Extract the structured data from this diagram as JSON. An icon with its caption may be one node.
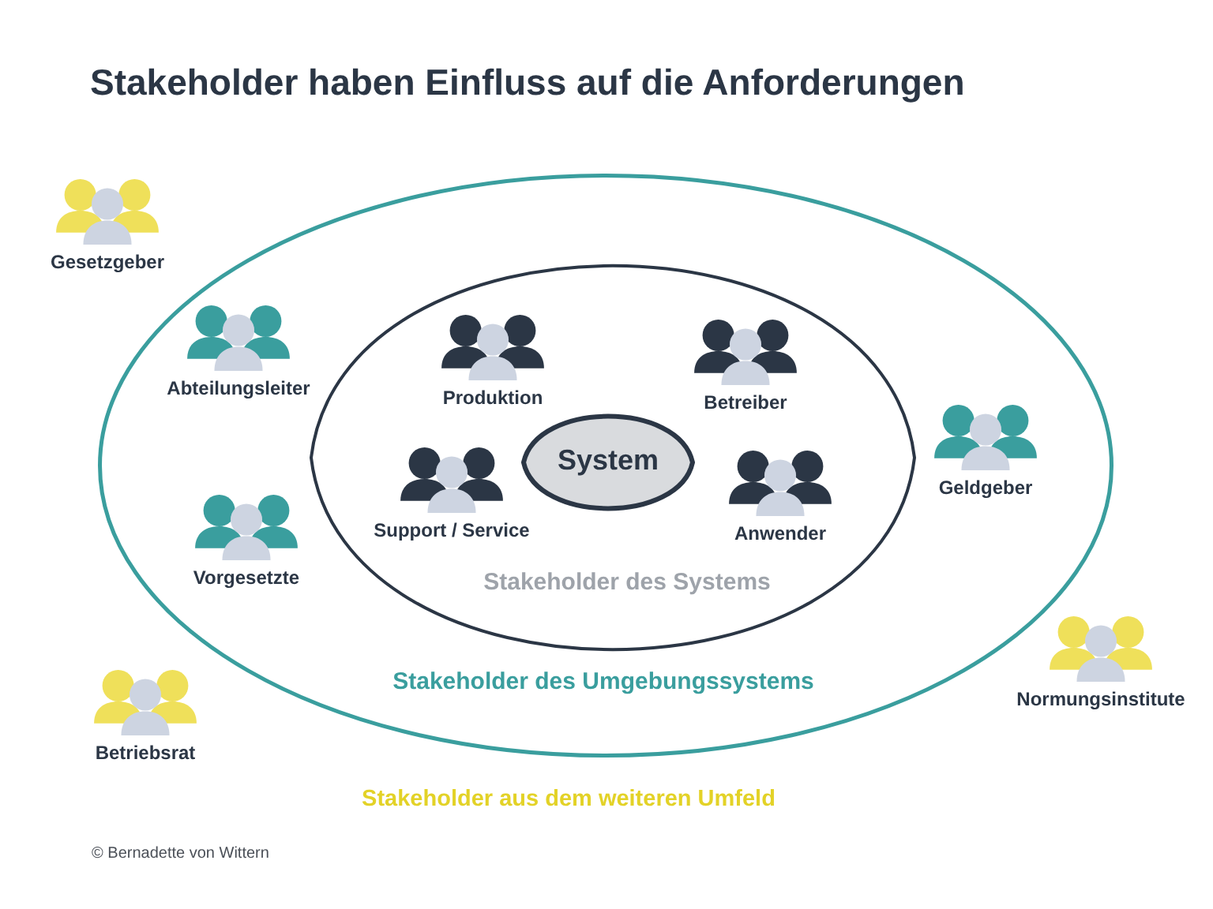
{
  "diagram": {
    "title": "Stakeholder haben Einfluss auf die Anforderungen",
    "nodes": [
      {
        "text": [
          "Stakeholder des Umgebungssystems"
        ]
      },
      {
        "text": [
          "Stakeholder des Systems"
        ],
        "in": 0
      },
      {
        "text": [
          "System"
        ],
        "in": 1
      },
      {
        "text": [
          "Produktion"
        ],
        "in": 1
      },
      {
        "text": [
          "Betreiber"
        ],
        "in": 1
      },
      {
        "text": [
          "Support / Service"
        ],
        "in": 1
      },
      {
        "text": [
          "Anwender"
        ],
        "in": 1
      },
      {
        "text": [
          "Abteilungsleiter"
        ],
        "in": 0
      },
      {
        "text": [
          "Geldgeber"
        ],
        "in": 0
      },
      {
        "text": [
          "Vorgesetzte"
        ],
        "in": 0
      },
      {
        "text": [
          "Gesetzgeber"
        ]
      },
      {
        "text": [
          "Betriebsrat"
        ]
      },
      {
        "text": [
          "Normungsinstitute"
        ]
      }
    ],
    "edges": [],
    "labels": [
      "Stakeholder aus dem weiteren Umfeld",
      "© Bernadette von Wittern"
    ]
  }
}
